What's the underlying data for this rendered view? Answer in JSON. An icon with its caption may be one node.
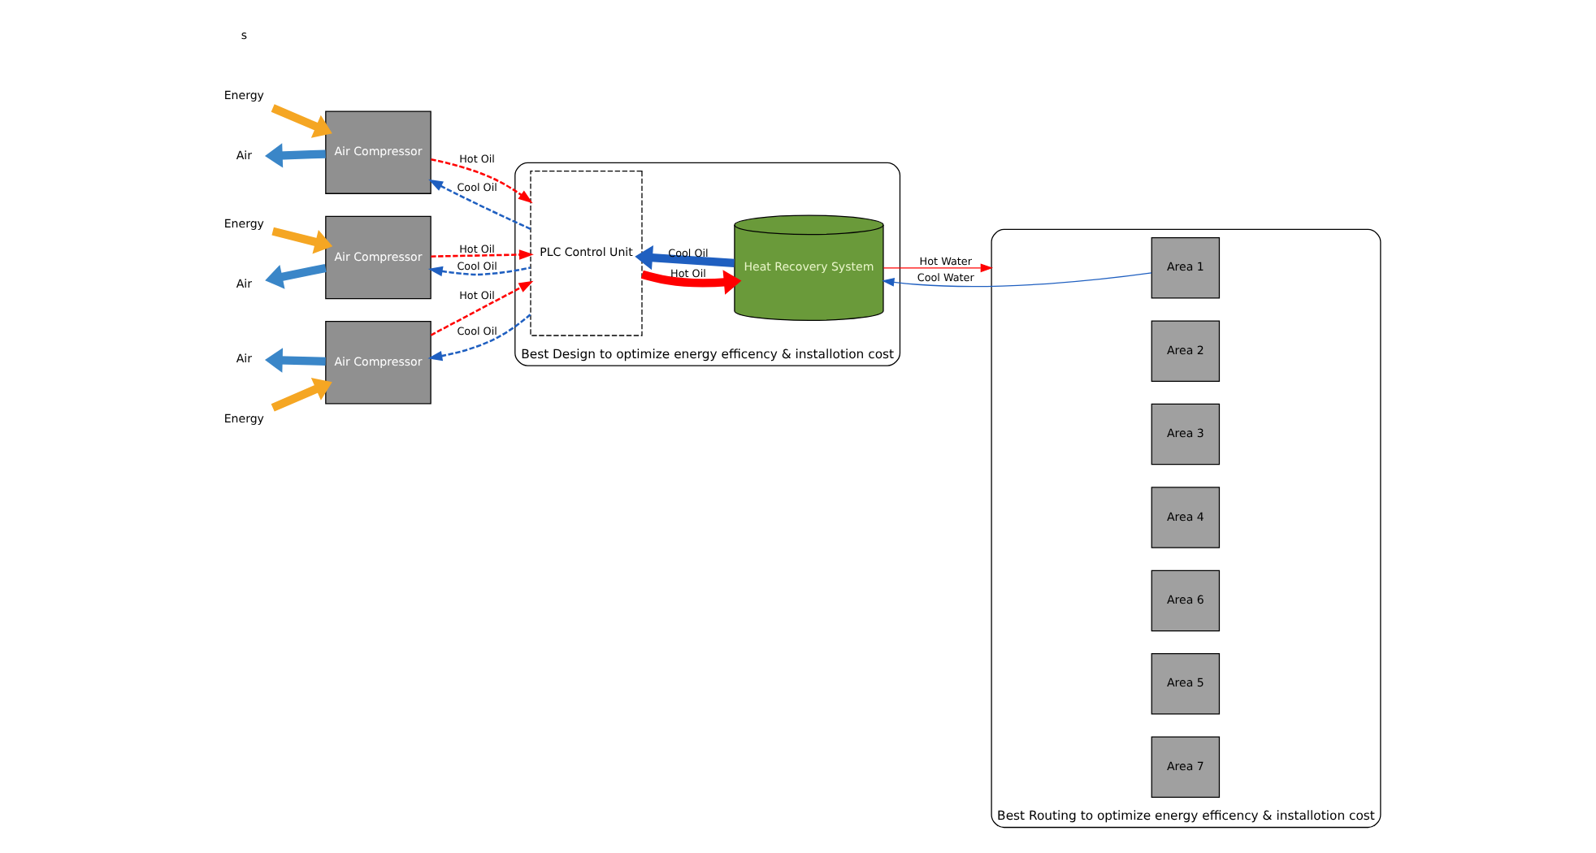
{
  "diagram": {
    "nodes": [
      {
        "text": [
          "Best Design to optimize energy efficency & installotion cost"
        ]
      },
      {
        "text": [
          "Best Routing to optimize energy efficency & installotion cost"
        ]
      },
      {
        "text": [
          "Air Compressor"
        ]
      },
      {
        "text": [
          "Air Compressor"
        ]
      },
      {
        "text": [
          "Air Compressor"
        ]
      },
      {
        "text": [
          "PLC Control Unit"
        ],
        "in": 0
      },
      {
        "text": [
          "Heat Recovery System"
        ],
        "in": 0
      },
      {
        "text": [
          "Area 1"
        ],
        "in": 1
      },
      {
        "text": [
          "Area 2"
        ],
        "in": 1
      },
      {
        "text": [
          "Area 3"
        ],
        "in": 1
      },
      {
        "text": [
          "Area 4"
        ],
        "in": 1
      },
      {
        "text": [
          "Area 6"
        ],
        "in": 1
      },
      {
        "text": [
          "Area 5"
        ],
        "in": 1
      },
      {
        "text": [
          "Area 7"
        ],
        "in": 1
      },
      {
        "text": [
          "Energy"
        ]
      },
      {
        "text": [
          "Air"
        ]
      },
      {
        "text": [
          "Energy"
        ]
      },
      {
        "text": [
          "Air"
        ]
      },
      {
        "text": [
          "Energy"
        ]
      },
      {
        "text": [
          "Air"
        ]
      }
    ],
    "edges": [
      {
        "from": 14,
        "to": 2,
        "arrow": "to",
        "style": "thick",
        "color": "#f5a623"
      },
      {
        "from": 2,
        "to": 15,
        "arrow": "to",
        "style": "thick",
        "color": "#3a86c8"
      },
      {
        "from": 16,
        "to": 3,
        "arrow": "to",
        "style": "thick",
        "color": "#f5a623"
      },
      {
        "from": 3,
        "to": 17,
        "arrow": "to",
        "style": "thick",
        "color": "#3a86c8"
      },
      {
        "from": 18,
        "to": 4,
        "arrow": "to",
        "style": "thick",
        "color": "#f5a623"
      },
      {
        "from": 4,
        "to": 19,
        "arrow": "to",
        "style": "thick",
        "color": "#3a86c8"
      },
      {
        "from": 2,
        "to": 5,
        "arrow": "to",
        "label": "Hot Oil",
        "style": "dashed",
        "color": "#ff0000"
      },
      {
        "from": 5,
        "to": 2,
        "arrow": "to",
        "label": "Cool Oil",
        "style": "dashed",
        "color": "#1f5fc0"
      },
      {
        "from": 3,
        "to": 5,
        "arrow": "to",
        "label": "Hot Oil",
        "style": "dashed",
        "color": "#ff0000"
      },
      {
        "from": 5,
        "to": 3,
        "arrow": "to",
        "label": "Cool Oil",
        "style": "dashed",
        "color": "#1f5fc0"
      },
      {
        "from": 4,
        "to": 5,
        "arrow": "to",
        "label": "Hot Oil",
        "style": "dashed",
        "color": "#ff0000"
      },
      {
        "from": 5,
        "to": 4,
        "arrow": "to",
        "label": "Cool Oil",
        "style": "dashed",
        "color": "#1f5fc0"
      },
      {
        "from": 5,
        "to": 6,
        "arrow": "to",
        "label": "Hot Oil",
        "style": "thick",
        "color": "#ff0000"
      },
      {
        "from": 6,
        "to": 5,
        "arrow": "to",
        "label": "Cool Oil",
        "style": "thick",
        "color": "#1f5fc0"
      },
      {
        "from": 6,
        "to": 1,
        "arrow": "to",
        "label": "Hot Water",
        "color": "#ff0000"
      },
      {
        "from": 1,
        "to": 6,
        "arrow": "to",
        "label": "Cool Water",
        "color": "#1f5fc0"
      }
    ],
    "labels": [
      "s"
    ]
  }
}
